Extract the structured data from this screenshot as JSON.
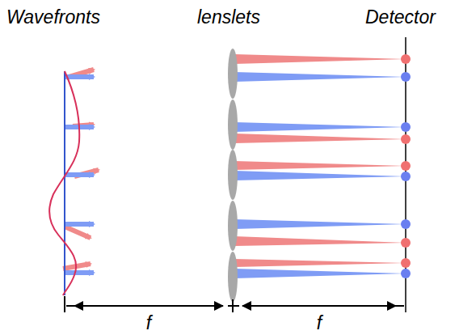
{
  "diagram": {
    "labels": [
      "Wavefronts",
      "lenslets",
      "Detector",
      "f",
      "f"
    ]
  }
}
